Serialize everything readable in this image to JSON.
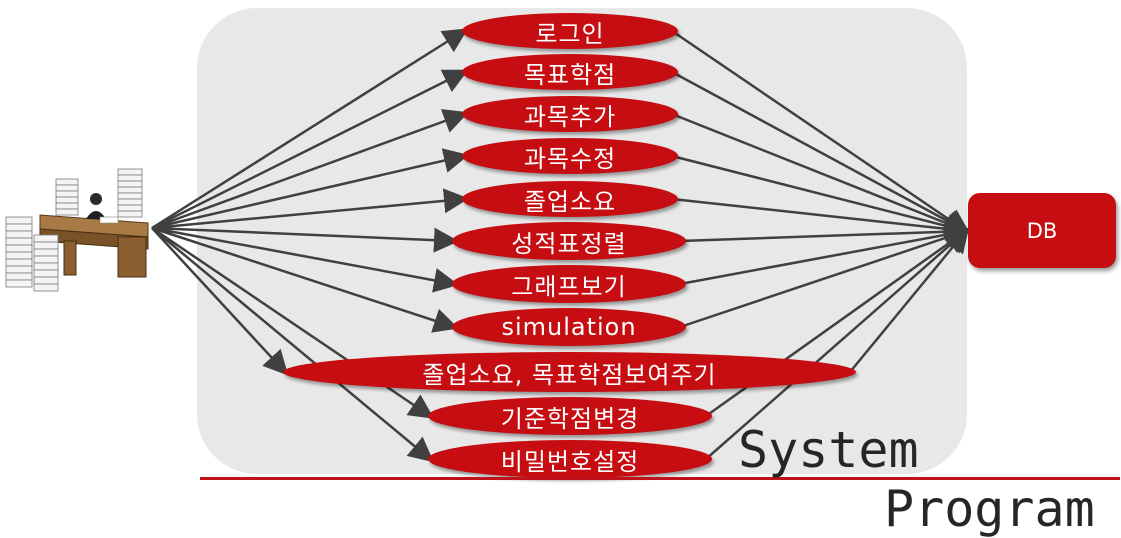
{
  "use_cases": [
    "로그인",
    "목표학점",
    "과목추가",
    "과목수정",
    "졸업소요",
    "성적표정렬",
    "그래프보기",
    "simulation",
    "졸업소요, 목표학점보여주기",
    "기준학점변경",
    "비밀번호설정"
  ],
  "database": "DB",
  "boundary_labels": {
    "system": "System",
    "program": "Program"
  },
  "actor_icon": "office-worker-with-paper-stacks-icon",
  "colors": {
    "use_case_fill": "#c50d12",
    "boundary_fill": "#e8e8e8",
    "baseline": "#c0121a",
    "wire": "#404040"
  }
}
